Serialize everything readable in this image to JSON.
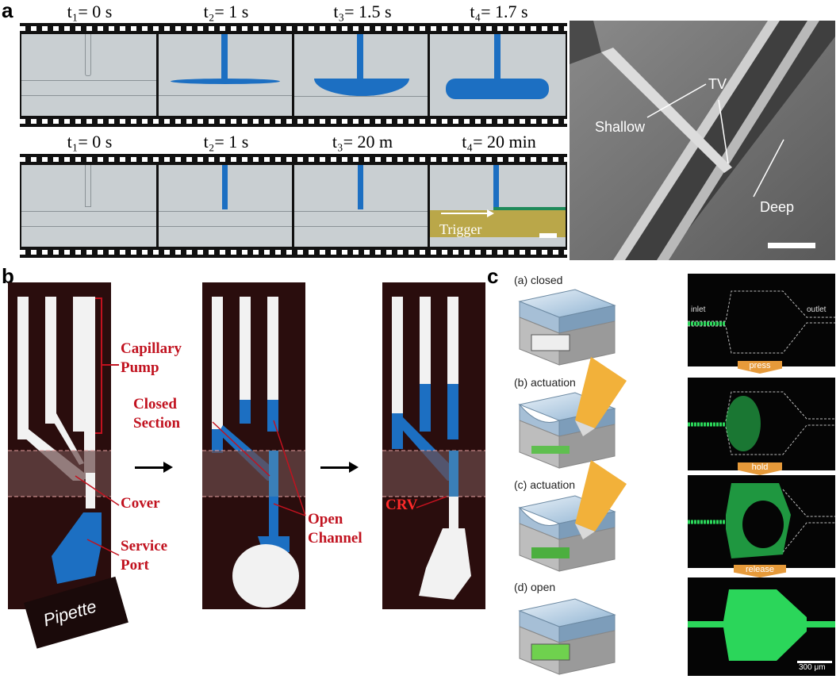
{
  "panel_a": {
    "letter": "a",
    "row1_times": [
      "t₁= 0 s",
      "t₂= 1 s",
      "t₃= 1.5 s",
      "t₄= 1.7 s"
    ],
    "row2_times": [
      "t₁= 0 s",
      "t₂= 1 s",
      "t₃= 20 m",
      "t₄= 20 min"
    ],
    "trigger_label": "Trigger",
    "sem_labels": {
      "tv": "TV",
      "shallow": "Shallow",
      "deep": "Deep"
    }
  },
  "panel_b": {
    "letter": "b",
    "labels": {
      "capillary_pump": "Capillary\nPump",
      "closed_section": "Closed\nSection",
      "cover": "Cover",
      "open_channel": "Open\nChannel",
      "service_port": "Service\nPort",
      "crv": "CRV",
      "pipette": "Pipette"
    }
  },
  "panel_c": {
    "letter": "c",
    "states": [
      "(a) closed",
      "(b) actuation",
      "(c) actuation",
      "(d) open"
    ],
    "fluor_labels": {
      "inlet": "inlet",
      "outlet": "outlet"
    },
    "transitions": [
      "press",
      "hold",
      "release"
    ],
    "scale_bar": "300 μm"
  },
  "colors": {
    "blue_dye": "#1c6fc2",
    "chip_bg": "#2a0d0d",
    "annotation_red": "#c1121f",
    "fluor_green": "#2bd65a",
    "arrow_orange": "#e69a3a"
  }
}
